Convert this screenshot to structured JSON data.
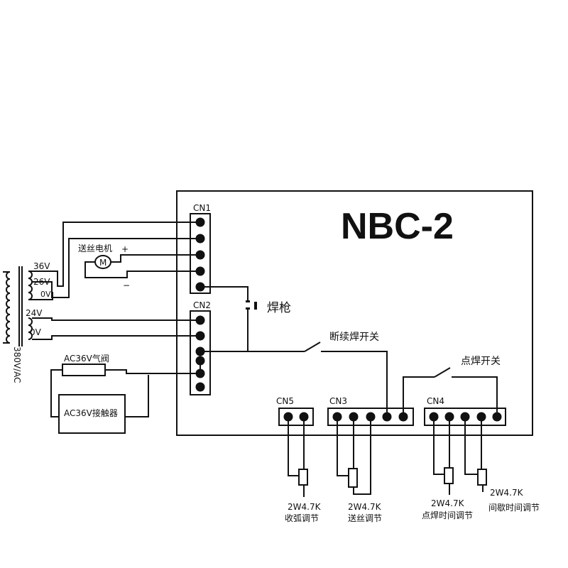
{
  "board": {
    "title": "NBC-2"
  },
  "connectors": {
    "cn1": "CN1",
    "cn2": "CN2",
    "cn3": "CN3",
    "cn4": "CN4",
    "cn5": "CN5"
  },
  "transformer": {
    "v36": "36V",
    "v26": "26V",
    "v0a": "0V",
    "v24": "24V",
    "v0b": "0V",
    "primary": "380V/AC"
  },
  "motor": {
    "label": "送丝电机",
    "symbol": "M",
    "plus": "+",
    "minus": "−"
  },
  "components": {
    "torch": "焊枪",
    "intermittent_switch": "断续焊开关",
    "spot_switch": "点焊开关",
    "gas_valve": "AC36V气阀",
    "contactor": "AC36V接触器"
  },
  "potentiometers": [
    {
      "rating": "2W4.7K",
      "function": "收弧调节"
    },
    {
      "rating": "2W4.7K",
      "function": "送丝调节"
    },
    {
      "rating": "2W4.7K",
      "function": "点焊时间调节"
    },
    {
      "rating": "2W4.7K",
      "function": "间歇时间调节"
    }
  ]
}
